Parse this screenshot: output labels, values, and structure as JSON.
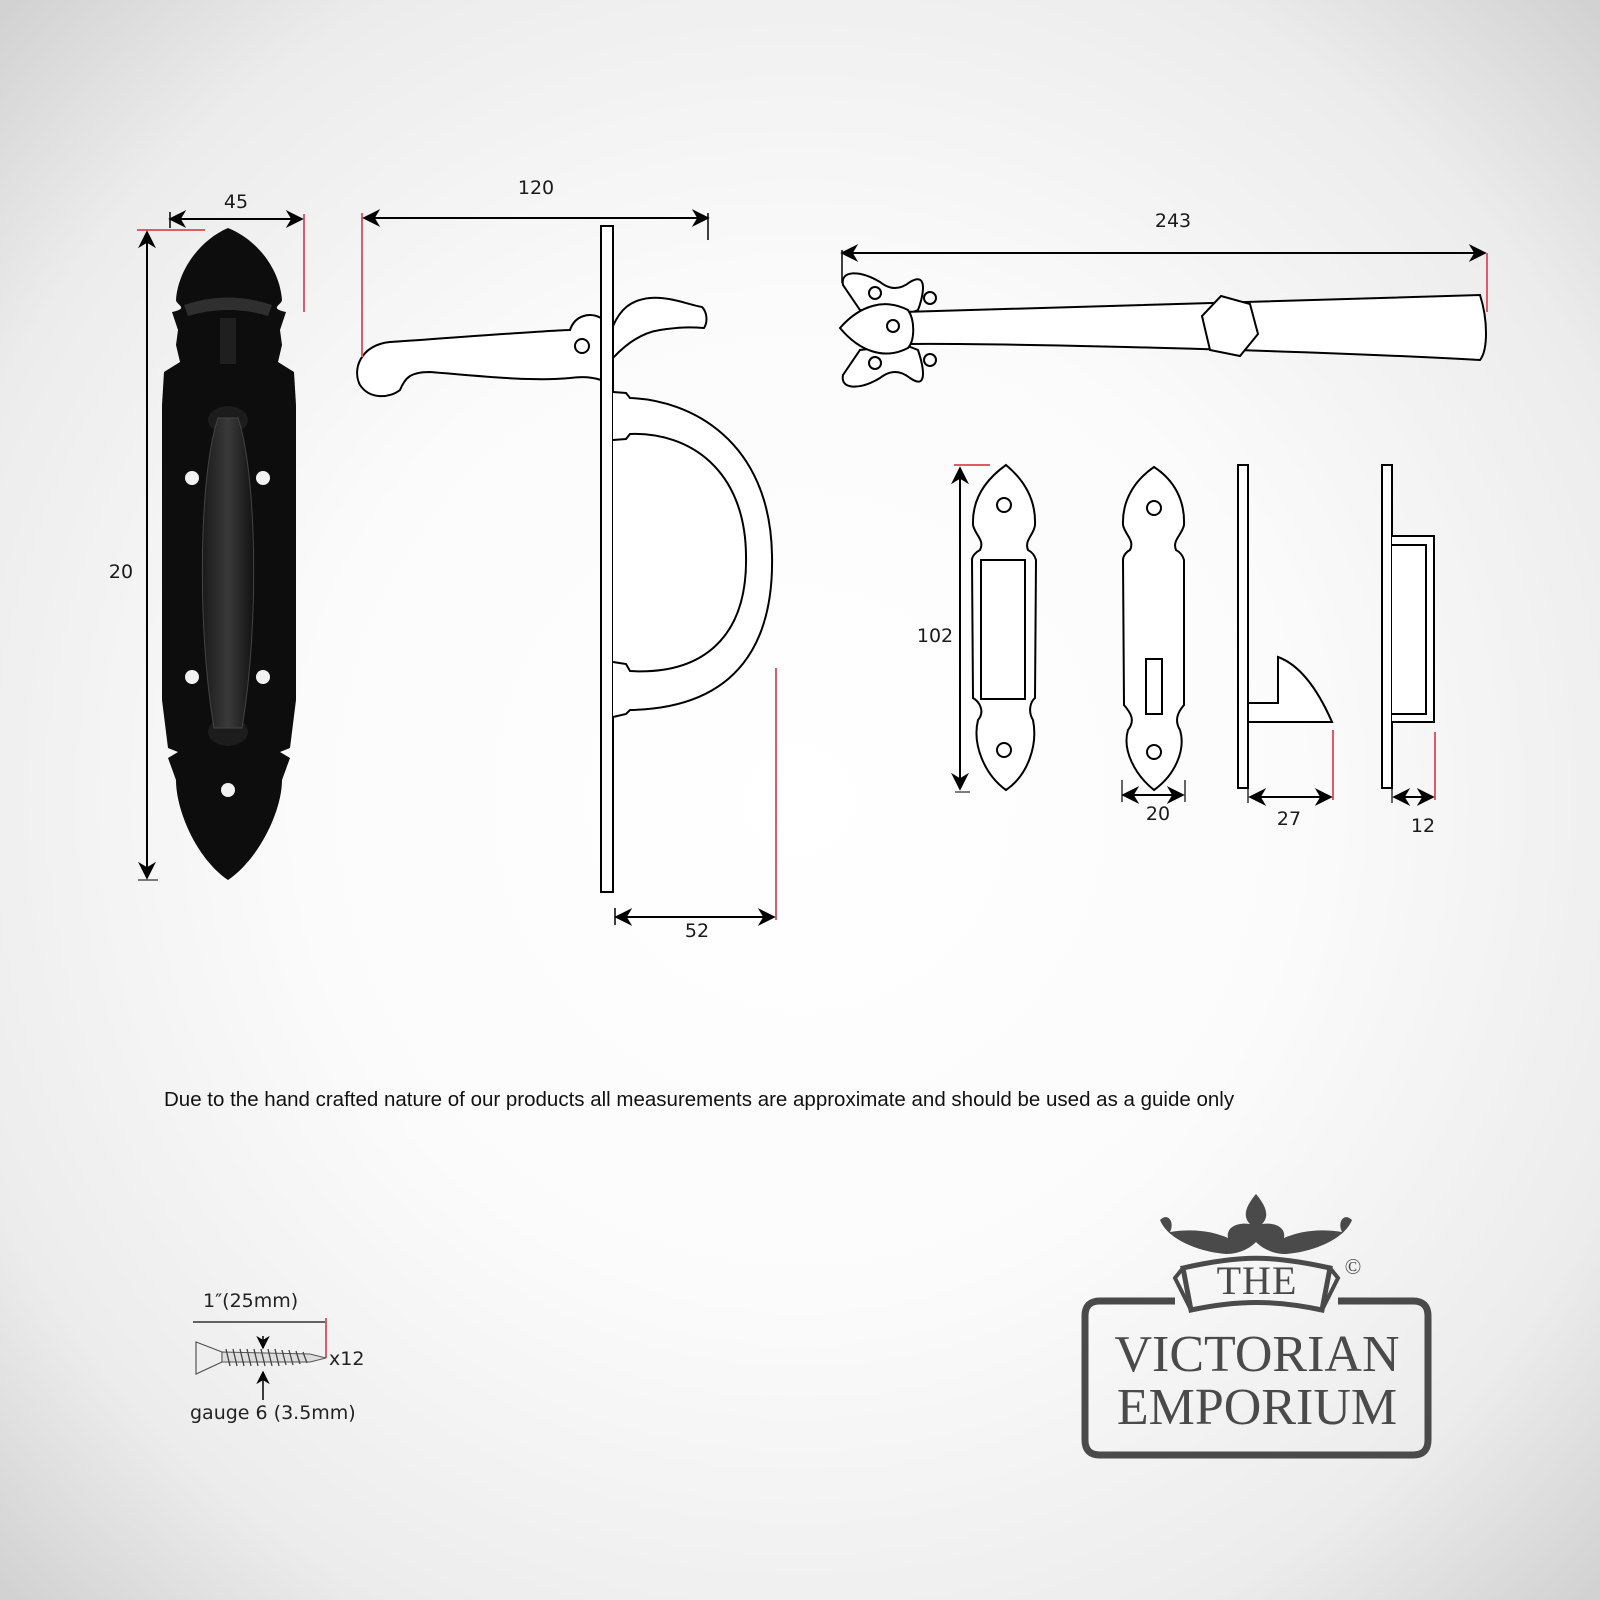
{
  "colors": {
    "outline": "#000000",
    "extension_line": "#e05a6a",
    "product_fill": "#0d0d0d",
    "logo": "#4a4a4a",
    "background_center": "#ffffff",
    "background_edge": "#d2d2d2"
  },
  "views": {
    "front_handle": {
      "width_label": "45",
      "height_label": "20"
    },
    "side_handle": {
      "lever_depth_label": "120",
      "handle_projection_label": "52"
    },
    "latch_bar": {
      "length_label": "243"
    },
    "keeper_front": {
      "height_label": "102"
    },
    "catch_front": {
      "width_label": "20"
    },
    "catch_side": {
      "projection_label": "27"
    },
    "keeper_side": {
      "projection_label": "12"
    }
  },
  "disclaimer": "Due to the hand crafted nature of our products all measurements are approximate and should be used as a guide only",
  "screws": {
    "length_label": "1″(25mm)",
    "quantity_label": "x12",
    "gauge_label": "gauge 6 (3.5mm)"
  },
  "logo": {
    "line1": "THE",
    "line2": "VICTORIAN",
    "line3": "EMPORIUM",
    "copyright": "©"
  }
}
